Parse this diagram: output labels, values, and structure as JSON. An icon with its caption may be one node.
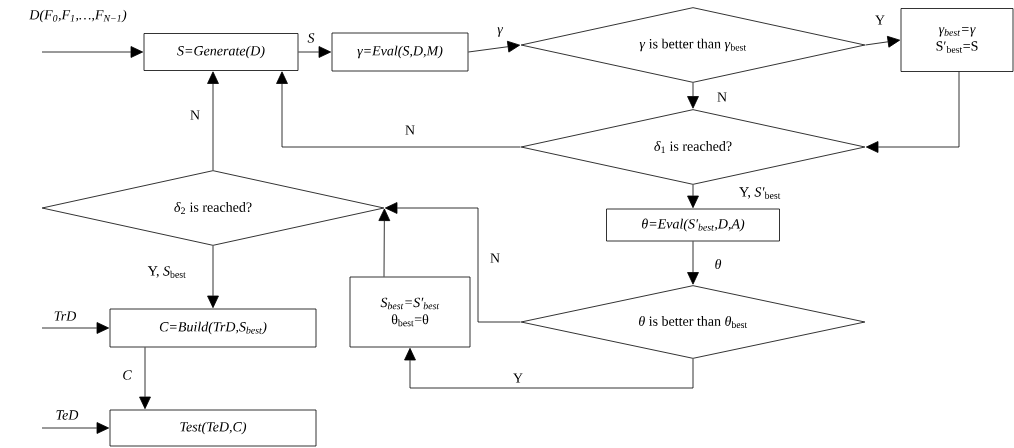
{
  "diagram": {
    "nodes": [
      {
        "text": [
          "S=Generate(D)"
        ]
      },
      {
        "text": [
          "γ=Eval(S,D,M)"
        ]
      },
      {
        "text": [
          "*γ* is better than *γ*$_{best}$"
        ]
      },
      {
        "text": [
          "γ$_{best}$=γ",
          "S′$_{best}$=S"
        ]
      },
      {
        "text": [
          "*δ*$_{1}$ is reached?"
        ]
      },
      {
        "text": [
          "θ=Eval(S′$_{best}$,D,A)"
        ]
      },
      {
        "text": [
          "*θ* is better than *θ*$_{best}$"
        ]
      },
      {
        "text": [
          "S$_{best}$=S′$_{best}$",
          "θ$_{best}$=θ"
        ]
      },
      {
        "text": [
          "*δ*$_{2}$ is reached?"
        ]
      },
      {
        "text": [
          "C=Build(TrD,S$_{best}$)"
        ]
      },
      {
        "text": [
          "Test(TeD,C)"
        ]
      }
    ],
    "edges": [
      {
        "from": null,
        "to": 0,
        "arrow": "to",
        "label": "D(F$_{0}$,F$_{1}$,…,F$_{N−1}$)"
      },
      {
        "from": 0,
        "to": 1,
        "arrow": "to",
        "label": "S"
      },
      {
        "from": 1,
        "to": 2,
        "arrow": "to",
        "label": "γ"
      },
      {
        "from": 2,
        "to": 3,
        "arrow": "to",
        "label": "Y"
      },
      {
        "from": 2,
        "to": 4,
        "arrow": "to",
        "label": "N"
      },
      {
        "from": 3,
        "to": 4,
        "arrow": "to"
      },
      {
        "from": 4,
        "to": 0,
        "arrow": "to",
        "label": "N"
      },
      {
        "from": 4,
        "to": 5,
        "arrow": "to",
        "label": "Y,  *S′*$_{best}$"
      },
      {
        "from": 5,
        "to": 6,
        "arrow": "to",
        "label": "θ"
      },
      {
        "from": 6,
        "to": 8,
        "arrow": "to",
        "label": "N"
      },
      {
        "from": 6,
        "to": 7,
        "arrow": "to",
        "label": "Y"
      },
      {
        "from": 7,
        "to": 8,
        "arrow": "to"
      },
      {
        "from": 8,
        "to": 0,
        "arrow": "to",
        "label": "N"
      },
      {
        "from": 8,
        "to": 9,
        "arrow": "to",
        "label": "Y, *S*$_{best}$"
      },
      {
        "from": 9,
        "to": 10,
        "arrow": "to",
        "label": "C"
      },
      {
        "from": null,
        "to": 9,
        "arrow": "to",
        "label": "TrD"
      },
      {
        "from": null,
        "to": 10,
        "arrow": "to",
        "label": "TeD"
      }
    ]
  }
}
